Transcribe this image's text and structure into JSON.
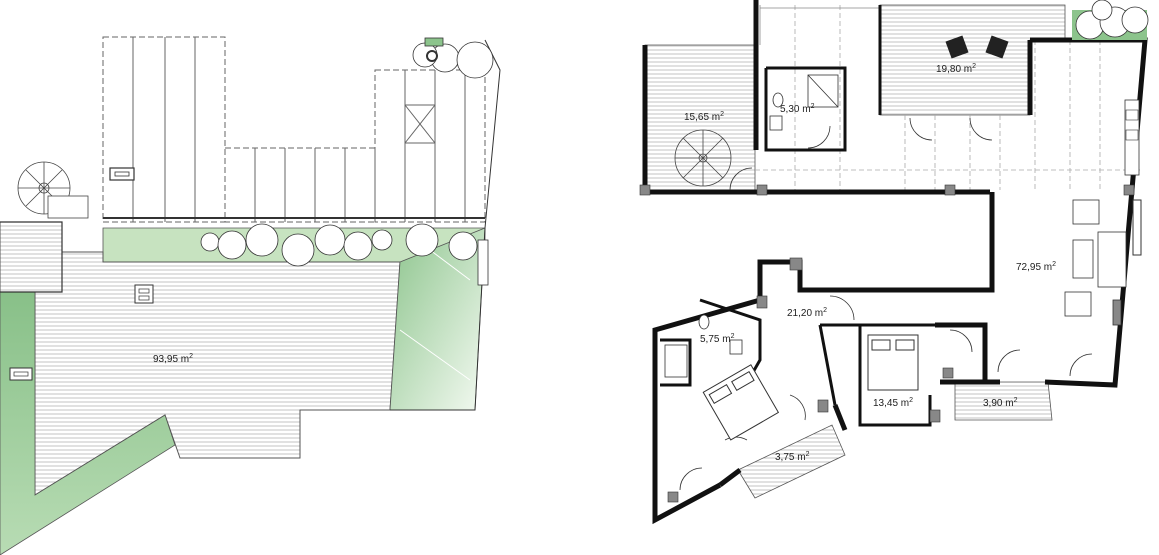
{
  "colors": {
    "wall": "#111111",
    "line": "#555555",
    "hatch": "#9a9a9a",
    "green": "#8cc48c",
    "green_light": "#d9ecd4",
    "furniture": "#222222"
  },
  "left_plan": {
    "rooms": [
      {
        "id": "roof-terrace",
        "value": "93,95",
        "unit": "m",
        "exp": "2"
      }
    ]
  },
  "right_plan": {
    "rooms": [
      {
        "id": "terrace-west",
        "value": "15,65",
        "unit": "m",
        "exp": "2"
      },
      {
        "id": "bathroom-upper",
        "value": "5,30",
        "unit": "m",
        "exp": "2"
      },
      {
        "id": "terrace-north",
        "value": "19,80",
        "unit": "m",
        "exp": "2"
      },
      {
        "id": "living",
        "value": "72,95",
        "unit": "m",
        "exp": "2"
      },
      {
        "id": "hall",
        "value": "21,20",
        "unit": "m",
        "exp": "2"
      },
      {
        "id": "bathroom-lower",
        "value": "5,75",
        "unit": "m",
        "exp": "2"
      },
      {
        "id": "bedroom-east",
        "value": "13,45",
        "unit": "m",
        "exp": "2"
      },
      {
        "id": "balcony-east",
        "value": "3,90",
        "unit": "m",
        "exp": "2"
      },
      {
        "id": "balcony-south",
        "value": "3,75",
        "unit": "m",
        "exp": "2"
      }
    ]
  }
}
